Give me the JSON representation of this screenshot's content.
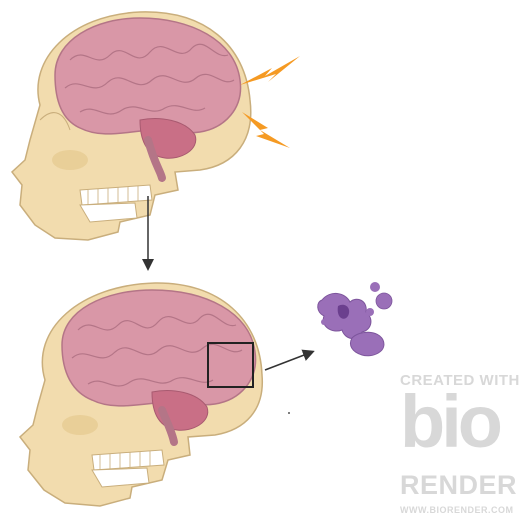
{
  "watermark": {
    "line1": "CREATED WITH",
    "logo": "bio",
    "line2": "RENDER",
    "url": "WWW.BIORENDER.COM"
  },
  "colors": {
    "skull": "#f2dcae",
    "skull_stroke": "#c9ae7c",
    "brain": "#d997a7",
    "brain_stroke": "#b47587",
    "cerebellum": "#c96f86",
    "lightning": "#f59a23",
    "cells": "#9a6fb8",
    "cells_dark": "#6b3f8e",
    "arrow": "#333333"
  },
  "icons": [
    "skull-icon",
    "brain-icon",
    "lightning-icon",
    "magnifier-box-icon",
    "cell-cluster-icon"
  ]
}
